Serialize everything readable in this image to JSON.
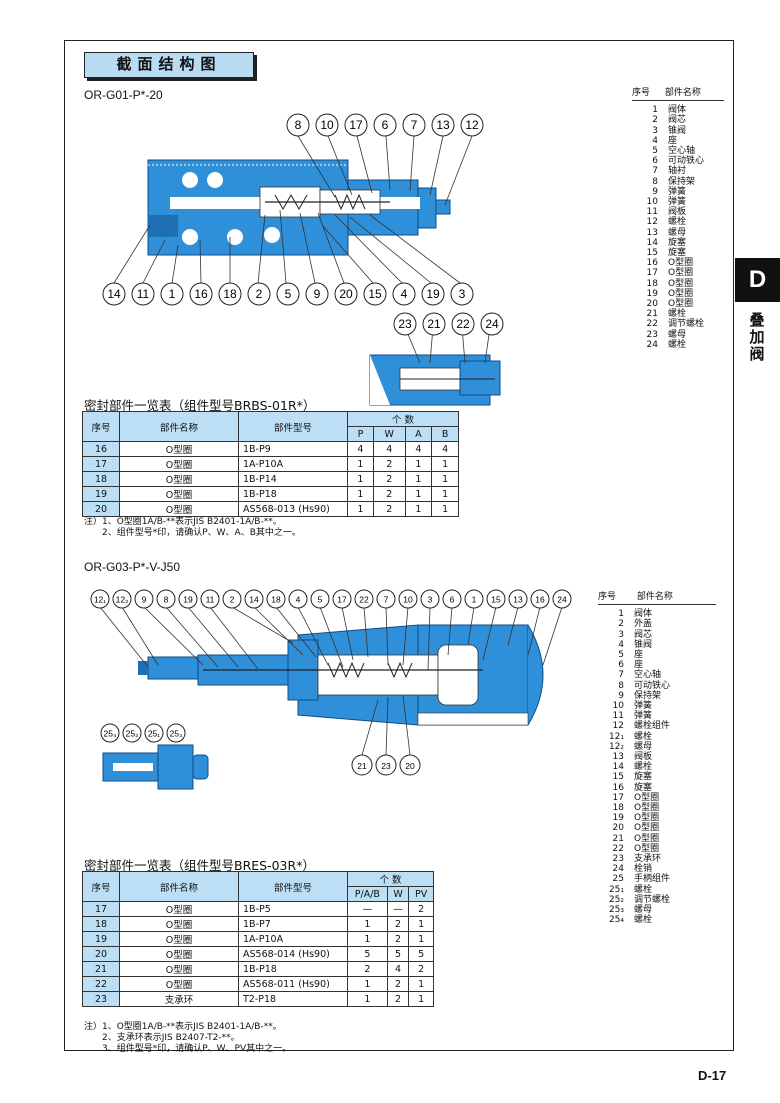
{
  "heading": "截面结构图",
  "side_tab": {
    "letter": "D",
    "label_chars": [
      "叠",
      "加",
      "阀"
    ]
  },
  "page_number": "D-17",
  "colors": {
    "valve_blue": "#2f8fd8",
    "table_header": "#bcdff5"
  },
  "valve1": {
    "model": "OR-G01-P*-20",
    "callouts_top": [
      "8",
      "10",
      "17",
      "6",
      "7",
      "13",
      "12"
    ],
    "callouts_bottom": [
      "14",
      "11",
      "1",
      "16",
      "18",
      "2",
      "5",
      "9",
      "20",
      "15",
      "4",
      "19",
      "3"
    ],
    "callouts_detail": [
      "23",
      "21",
      "22",
      "24"
    ],
    "parts_header": {
      "no": "序号",
      "name": "部件名称"
    },
    "parts": [
      {
        "no": "1",
        "name": "阀体"
      },
      {
        "no": "2",
        "name": "阀芯"
      },
      {
        "no": "3",
        "name": "锥阀"
      },
      {
        "no": "4",
        "name": "座"
      },
      {
        "no": "5",
        "name": "空心轴"
      },
      {
        "no": "6",
        "name": "可动铁心"
      },
      {
        "no": "7",
        "name": "轴衬"
      },
      {
        "no": "8",
        "name": "保持架"
      },
      {
        "no": "9",
        "name": "弹簧"
      },
      {
        "no": "10",
        "name": "弹簧"
      },
      {
        "no": "11",
        "name": "阀板"
      },
      {
        "no": "12",
        "name": "螺栓"
      },
      {
        "no": "13",
        "name": "螺母"
      },
      {
        "no": "14",
        "name": "旋塞"
      },
      {
        "no": "15",
        "name": "旋塞"
      },
      {
        "no": "16",
        "name": "O型圈"
      },
      {
        "no": "17",
        "name": "O型圈"
      },
      {
        "no": "18",
        "name": "O型圈"
      },
      {
        "no": "19",
        "name": "O型圈"
      },
      {
        "no": "20",
        "name": "O型圈"
      },
      {
        "no": "21",
        "name": "螺栓"
      },
      {
        "no": "22",
        "name": "调节螺栓"
      },
      {
        "no": "23",
        "name": "螺母"
      },
      {
        "no": "24",
        "name": "螺栓"
      }
    ],
    "seal_title": "密封部件一览表（组件型号BRBS-01R*）",
    "seal_headers": {
      "no": "序号",
      "name": "部件名称",
      "model": "部件型号",
      "qty": "个 数"
    },
    "seal_qty_cols": [
      "P",
      "W",
      "A",
      "B"
    ],
    "seal_rows": [
      {
        "no": "16",
        "name": "O型圈",
        "model": "1B-P9",
        "q": [
          "4",
          "4",
          "4",
          "4"
        ]
      },
      {
        "no": "17",
        "name": "O型圈",
        "model": "1A-P10A",
        "q": [
          "1",
          "2",
          "1",
          "1"
        ]
      },
      {
        "no": "18",
        "name": "O型圈",
        "model": "1B-P14",
        "q": [
          "1",
          "2",
          "1",
          "1"
        ]
      },
      {
        "no": "19",
        "name": "O型圈",
        "model": "1B-P18",
        "q": [
          "1",
          "2",
          "1",
          "1"
        ]
      },
      {
        "no": "20",
        "name": "O型圈",
        "model": "AS568-013 (Hs90)",
        "q": [
          "1",
          "2",
          "1",
          "1"
        ]
      }
    ],
    "notes": [
      "注）1、O型圈1A/B-**表示JIS B2401-1A/B-**。",
      "　　2、组件型号*印，请确认P、W、A、B其中之一。"
    ]
  },
  "valve2": {
    "model": "OR-G03-P*-V-J50",
    "callouts_top": [
      "12₁",
      "12₂",
      "9",
      "8",
      "19",
      "11",
      "2",
      "14",
      "18",
      "4",
      "5",
      "17",
      "22",
      "7",
      "10",
      "3",
      "6",
      "1",
      "15",
      "13",
      "16",
      "24"
    ],
    "callouts_left": [
      "25₄",
      "25₂",
      "25₁",
      "25₃"
    ],
    "callouts_bottom": [
      "21",
      "23",
      "20"
    ],
    "parts_header": {
      "no": "序号",
      "name": "部件名称"
    },
    "parts": [
      {
        "no": "1",
        "name": "阀体"
      },
      {
        "no": "2",
        "name": "外盖"
      },
      {
        "no": "3",
        "name": "阀芯"
      },
      {
        "no": "4",
        "name": "锥阀"
      },
      {
        "no": "5",
        "name": "座"
      },
      {
        "no": "6",
        "name": "座"
      },
      {
        "no": "7",
        "name": "空心轴"
      },
      {
        "no": "8",
        "name": "可动铁心"
      },
      {
        "no": "9",
        "name": "保持架"
      },
      {
        "no": "10",
        "name": "弹簧"
      },
      {
        "no": "11",
        "name": "弹簧"
      },
      {
        "no": "12",
        "name": "螺栓组件"
      },
      {
        "no": "12₁",
        "name": "螺栓"
      },
      {
        "no": "12₂",
        "name": "螺母"
      },
      {
        "no": "13",
        "name": "阀板"
      },
      {
        "no": "14",
        "name": "螺栓"
      },
      {
        "no": "15",
        "name": "旋塞"
      },
      {
        "no": "16",
        "name": "旋塞"
      },
      {
        "no": "17",
        "name": "O型圈"
      },
      {
        "no": "18",
        "name": "O型圈"
      },
      {
        "no": "19",
        "name": "O型圈"
      },
      {
        "no": "20",
        "name": "O型圈"
      },
      {
        "no": "21",
        "name": "O型圈"
      },
      {
        "no": "22",
        "name": "O型圈"
      },
      {
        "no": "23",
        "name": "支承环"
      },
      {
        "no": "24",
        "name": "栓销"
      },
      {
        "no": "25",
        "name": "手柄组件"
      },
      {
        "no": "25₁",
        "name": "螺栓"
      },
      {
        "no": "25₂",
        "name": "调节螺栓"
      },
      {
        "no": "25₃",
        "name": "螺母"
      },
      {
        "no": "25₄",
        "name": "螺栓"
      }
    ],
    "seal_title": "密封部件一览表（组件型号BRES-03R*）",
    "seal_headers": {
      "no": "序号",
      "name": "部件名称",
      "model": "部件型号",
      "qty": "个 数"
    },
    "seal_qty_cols": [
      "P/A/B",
      "W",
      "PV"
    ],
    "seal_rows": [
      {
        "no": "17",
        "name": "O型圈",
        "model": "1B-P5",
        "q": [
          "—",
          "—",
          "2"
        ]
      },
      {
        "no": "18",
        "name": "O型圈",
        "model": "1B-P7",
        "q": [
          "1",
          "2",
          "1"
        ]
      },
      {
        "no": "19",
        "name": "O型圈",
        "model": "1A-P10A",
        "q": [
          "1",
          "2",
          "1"
        ]
      },
      {
        "no": "20",
        "name": "O型圈",
        "model": "AS568-014 (Hs90)",
        "q": [
          "5",
          "5",
          "5"
        ]
      },
      {
        "no": "21",
        "name": "O型圈",
        "model": "1B-P18",
        "q": [
          "2",
          "4",
          "2"
        ]
      },
      {
        "no": "22",
        "name": "O型圈",
        "model": "AS568-011 (Hs90)",
        "q": [
          "1",
          "2",
          "1"
        ]
      },
      {
        "no": "23",
        "name": "支承环",
        "model": "T2-P18",
        "q": [
          "1",
          "2",
          "1"
        ]
      }
    ],
    "notes": [
      "注）1、O型圈1A/B-**表示JIS B2401-1A/B-**。",
      "　　2、支承环表示JIS B2407-T2-**。",
      "　　3、组件型号*印，请确认P、W、PV其中之一。"
    ]
  }
}
